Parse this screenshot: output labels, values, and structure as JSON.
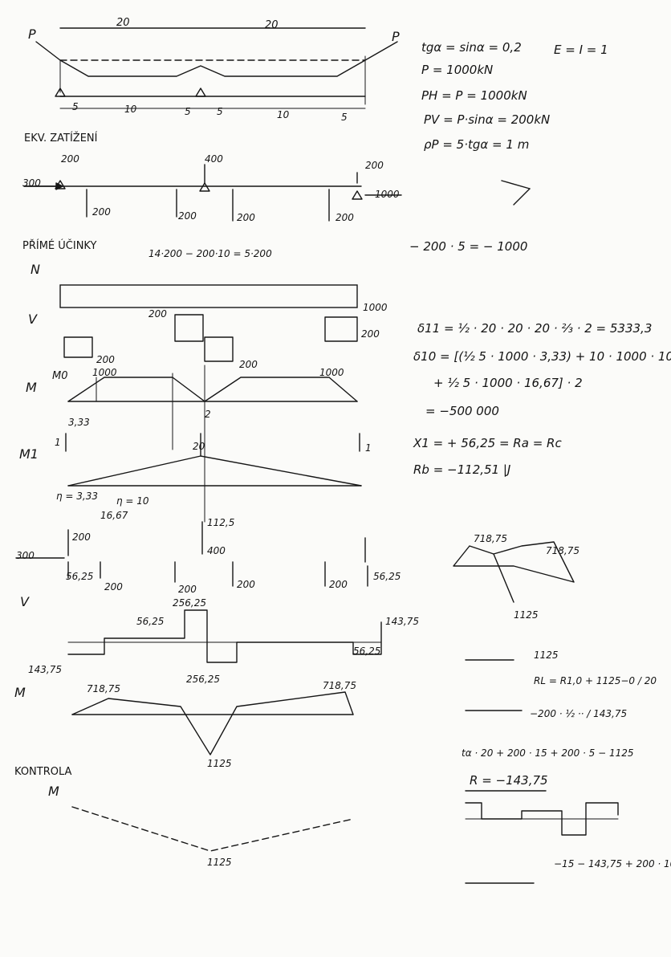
{
  "geometry_labels": {
    "P_left": "P",
    "P_right": "P",
    "span1": "20",
    "span2": "20",
    "seg": [
      "5",
      "10",
      "5",
      "5",
      "10",
      "5"
    ]
  },
  "givens": {
    "tg": "tgα = sinα = 0,2",
    "ei": "E = I = 1",
    "p": "P = 1000kN",
    "ph": "PH = P = 1000kN",
    "pv": "PV = P·sinα = 200kN",
    "pp": "ρP = 5·tgα = 1 m"
  },
  "ekv": {
    "title": "EKV. ZATÍŽENÍ",
    "loads": [
      "200",
      "400",
      "200",
      "1000",
      "300"
    ],
    "reactions": [
      "200",
      "200",
      "200",
      "200"
    ]
  },
  "primary": {
    "title": "PŘÍMÉ ÚČINKY",
    "note": "14·200 − 200·10 = 5·200",
    "n_label": "N",
    "v_label": "V",
    "m_label": "M",
    "m1_label": "M1",
    "n_value": "1000",
    "v_vals": [
      "200",
      "200",
      "200",
      "200"
    ],
    "m0": "M0",
    "m_vals": [
      "1000",
      "1000",
      "3,33"
    ],
    "m1_vals": [
      "1",
      "2",
      "20",
      "1"
    ],
    "eta": [
      "η = 3,33",
      "η = 10",
      "16,67"
    ]
  },
  "deltas": {
    "d11": "δ11 = ½ · 20 · 20 · 20 · ⅔ · 2 = 5333,3",
    "d10a": "δ10 = [(½ 5 · 1000 · 3,33) + 10 · 1000 · 10",
    "d10b": "+ ½ 5 · 1000 · 16,67] · 2",
    "d10c": "= −500 000",
    "x1": "X1 = + 56,25 = Ra = Rc",
    "rb": "Rb = −112,51 |J",
    "minus": "− 200 · 5 = − 1000"
  },
  "final": {
    "loads_vals": [
      "200",
      "112,5",
      "400",
      "200",
      "200",
      "200",
      "56,25",
      "56,25",
      "200",
      "300"
    ],
    "v_label": "V",
    "v_vals": [
      "56,25",
      "256,25",
      "143,75",
      "143,75",
      "56,25"
    ],
    "m_label": "M",
    "m_vals": [
      "718,75",
      "256,25",
      "718,75",
      "1125"
    ],
    "side_vals": [
      "718,75",
      "718,75",
      "1125",
      "1125"
    ],
    "rl": "RL = R1,0 + 1125−0 / 20",
    "rl2": "−200 · ½ ·· / 143,75",
    "sum": "tα · 20 + 200 · 15 + 200 · 5 − 1125",
    "r": "R = −143,75",
    "bottom": "−15 − 143,75 + 200 · 10"
  },
  "control": {
    "title": "KONTROLA",
    "label": "M",
    "value": "1125"
  }
}
